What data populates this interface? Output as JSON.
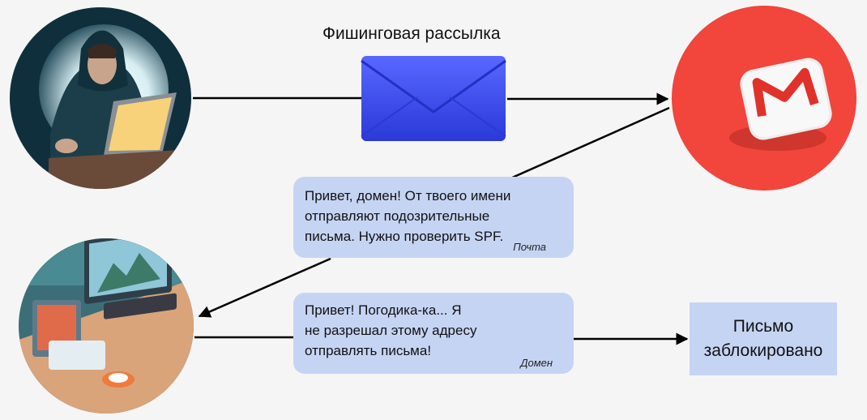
{
  "diagram": {
    "title": "Фишинговая рассылка",
    "bubble_mail": {
      "lines": [
        "Привет, домен! От твоего имени",
        "отправляют подозрительные",
        "письма. Нужно проверить SPF."
      ],
      "signature": "Почта"
    },
    "bubble_domain": {
      "lines": [
        "Привет! Погодика-ка... Я",
        "не разрешал этому адресу",
        "отправлять письма!"
      ],
      "signature": "Домен"
    },
    "blocked_box": {
      "lines": [
        "Письмо",
        "заблокировано"
      ]
    },
    "icons": {
      "hacker": "hacker-avatar-icon",
      "envelope": "envelope-icon",
      "gmail": "gmail-logo-icon",
      "workstation": "workstation-desk-icon"
    },
    "colors": {
      "background": "#f5f5f5",
      "bubble": "#c6d4f4",
      "gmail_red": "#f2453b",
      "envelope": "#3d4df0"
    }
  }
}
